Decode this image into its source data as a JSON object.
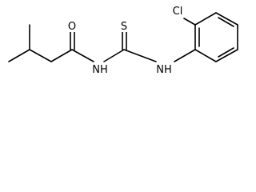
{
  "molecule": {
    "atoms": {
      "oxygen": "O",
      "sulfur": "S",
      "chlorine": "Cl",
      "amide_nh": "NH",
      "thioamide_nh": "NH"
    }
  }
}
